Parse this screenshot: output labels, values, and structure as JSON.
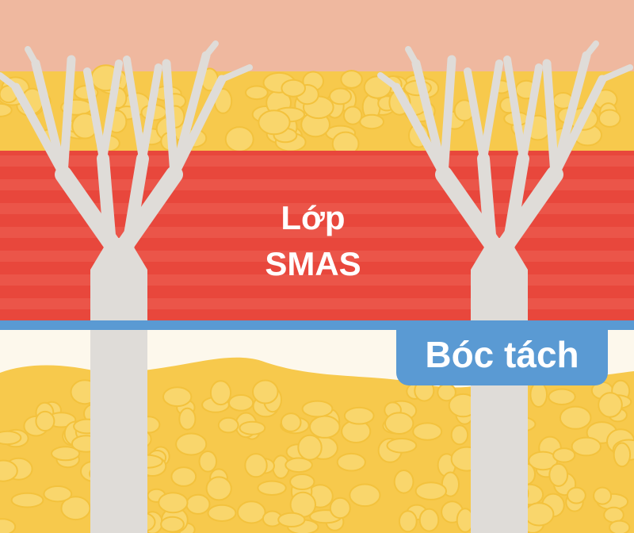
{
  "labels": {
    "smas_line1": "Lớp",
    "smas_line2": "SMAS",
    "dissection": "Bóc tách"
  },
  "colors": {
    "skin": "#efb89f",
    "fat": "#f7c94c",
    "fat_cell": "#f9d66c",
    "fat_cell_edge": "#f3c23d",
    "muscle": "#e8473c",
    "muscle_band": "#f06658",
    "septa": "#dfdcd8",
    "dissection_plane": "#fdf8ec",
    "accent_blue": "#5a9ad3"
  }
}
